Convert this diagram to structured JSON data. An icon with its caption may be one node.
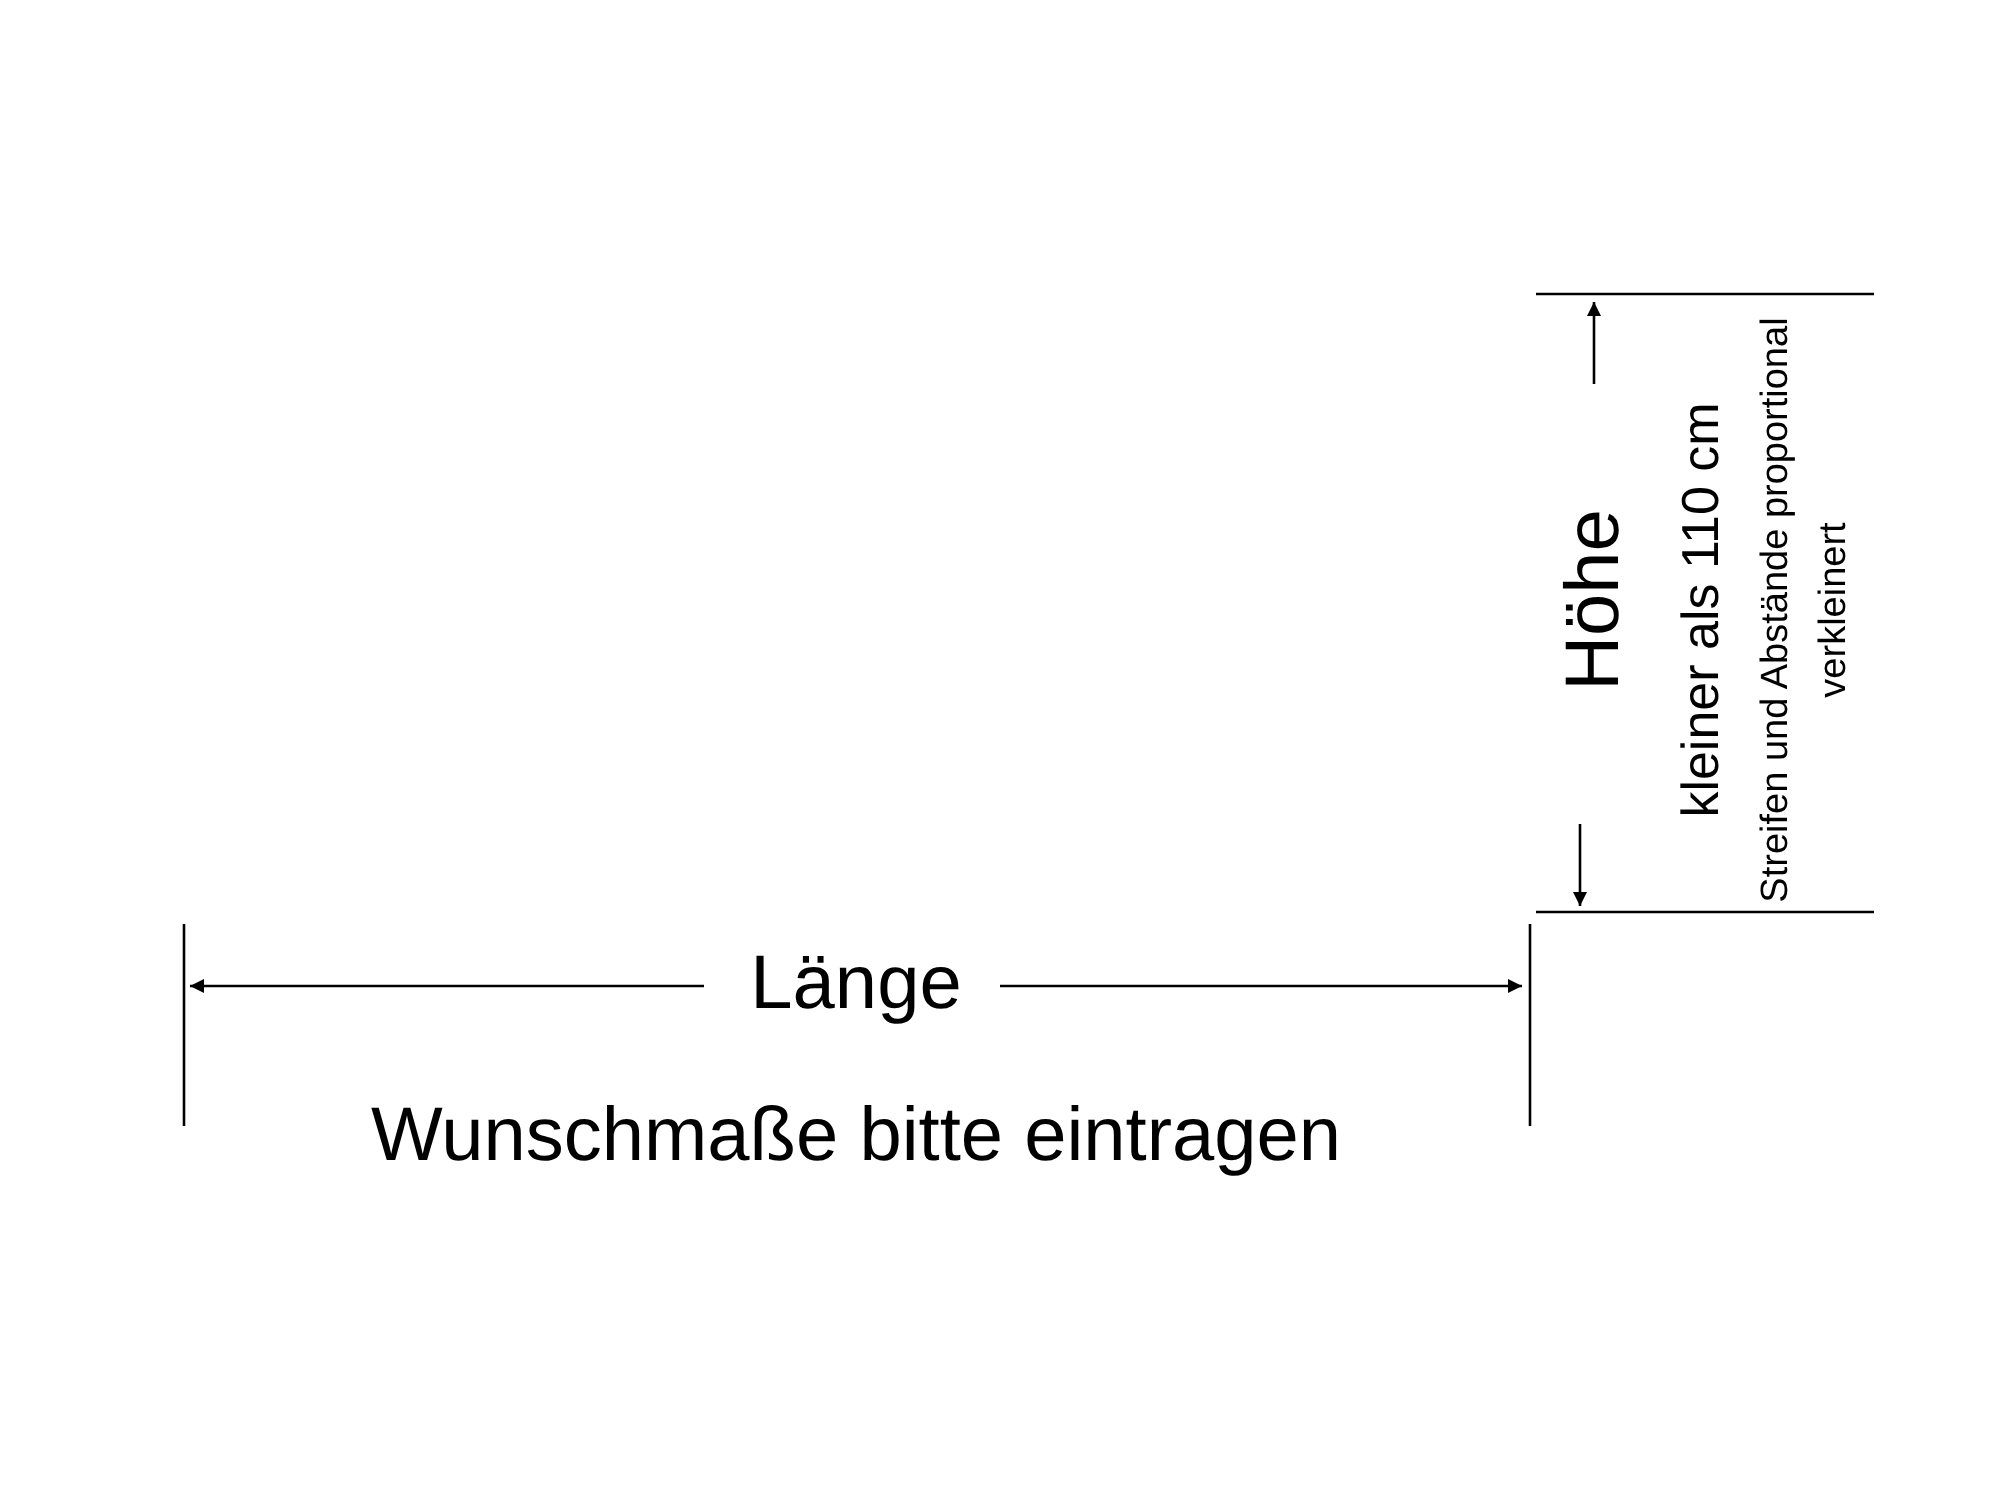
{
  "diagram": {
    "labels": [
      "Höhe",
      "kleiner als 110 cm",
      "Streifen und Abstände proportional verkleinert",
      "Länge",
      "Wunschmaße bitte eintragen"
    ]
  }
}
